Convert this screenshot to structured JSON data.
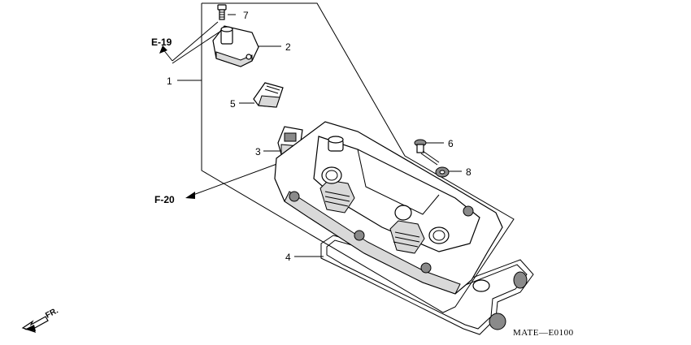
{
  "diagram": {
    "part_callouts": [
      {
        "number": "1"
      },
      {
        "number": "2"
      },
      {
        "number": "3"
      },
      {
        "number": "4"
      },
      {
        "number": "5"
      },
      {
        "number": "6"
      },
      {
        "number": "7"
      },
      {
        "number": "8"
      }
    ],
    "section_refs": [
      {
        "label": "E-19"
      },
      {
        "label": "F-20"
      }
    ],
    "front_indicator": "FR.",
    "diagram_code": "MATE—E0100"
  }
}
